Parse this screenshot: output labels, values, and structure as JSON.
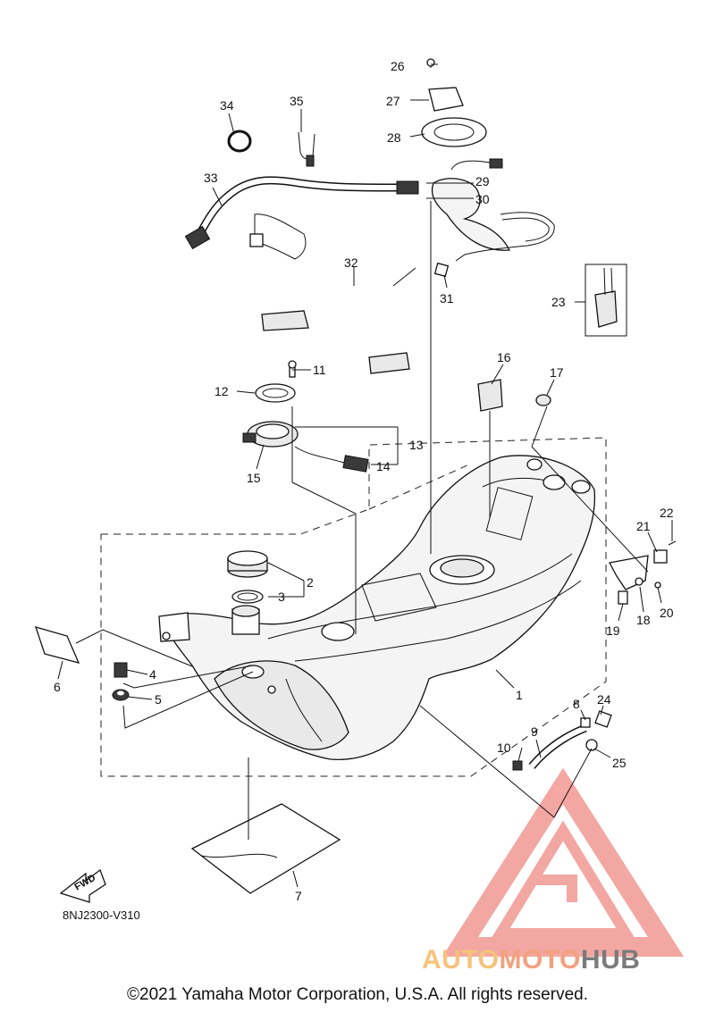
{
  "diagram": {
    "code": "8NJ2300-V310",
    "copyright": "©2021 Yamaha Motor Corporation, U.S.A. All rights reserved.",
    "fwd_label": "FWD",
    "callouts": {
      "c1": "1",
      "c2": "2",
      "c3": "3",
      "c4": "4",
      "c5": "5",
      "c6": "6",
      "c7": "7",
      "c8": "8",
      "c9": "9",
      "c10": "10",
      "c11": "11",
      "c12": "12",
      "c13": "13",
      "c14": "14",
      "c15": "15",
      "c16": "16",
      "c17": "17",
      "c18": "18",
      "c19": "19",
      "c20": "20",
      "c21": "21",
      "c22": "22",
      "c23": "23",
      "c24": "24",
      "c25": "25",
      "c26": "26",
      "c27": "27",
      "c28": "28",
      "c29": "29",
      "c30": "30",
      "c31": "31",
      "c32": "32",
      "c33": "33",
      "c34": "34",
      "c35": "35"
    }
  },
  "watermark": {
    "part1": "AUTO",
    "part2": "MOTO",
    "part3": "HUB",
    "colors": {
      "auto": "#f6c27a",
      "moto": "#f3a07e",
      "hub": "#7b7b7b",
      "logo": "#f08a84"
    }
  }
}
